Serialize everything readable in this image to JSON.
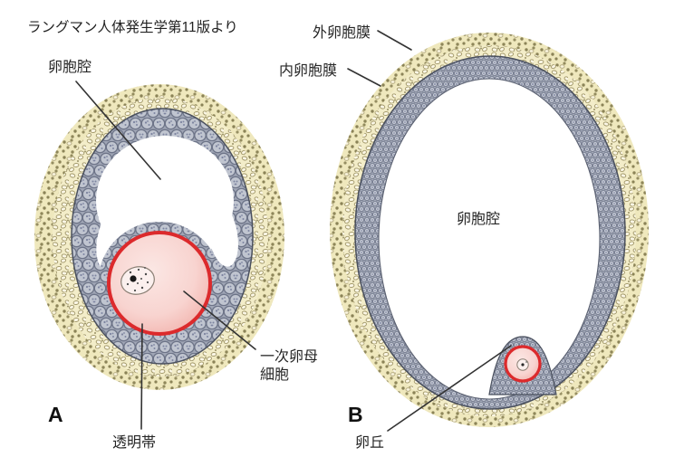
{
  "source_note": "ラングマン人体発生学第11版より",
  "panel_a": {
    "letter": "A",
    "labels": {
      "antrum": "卵胞腔",
      "primary_oocyte_line1": "一次卵母",
      "primary_oocyte_line2": "細胞",
      "zona_pellucida": "透明帯"
    }
  },
  "panel_b": {
    "letter": "B",
    "labels": {
      "theca_externa": "外卵胞膜",
      "theca_interna": "内卵胞膜",
      "antrum": "卵胞腔",
      "cumulus_oophorus": "卵丘"
    }
  },
  "colors": {
    "theca_outer_bg": "#efe8bd",
    "theca_inner_bg": "#f3edc9",
    "theca_dot": "#8b8357",
    "granulosa_bg": "#9fa5b5",
    "granulosa_cell": "#c0c5d0",
    "granulosa_outline": "#6d7488",
    "layer_outline": "#4a505e",
    "oocyte_ring_red": "#dc2a2c",
    "oocyte_center": "#fbe7e4",
    "oocyte_edge": "#f2b2ac",
    "leader_line": "#333333",
    "label_text": "#262626"
  }
}
